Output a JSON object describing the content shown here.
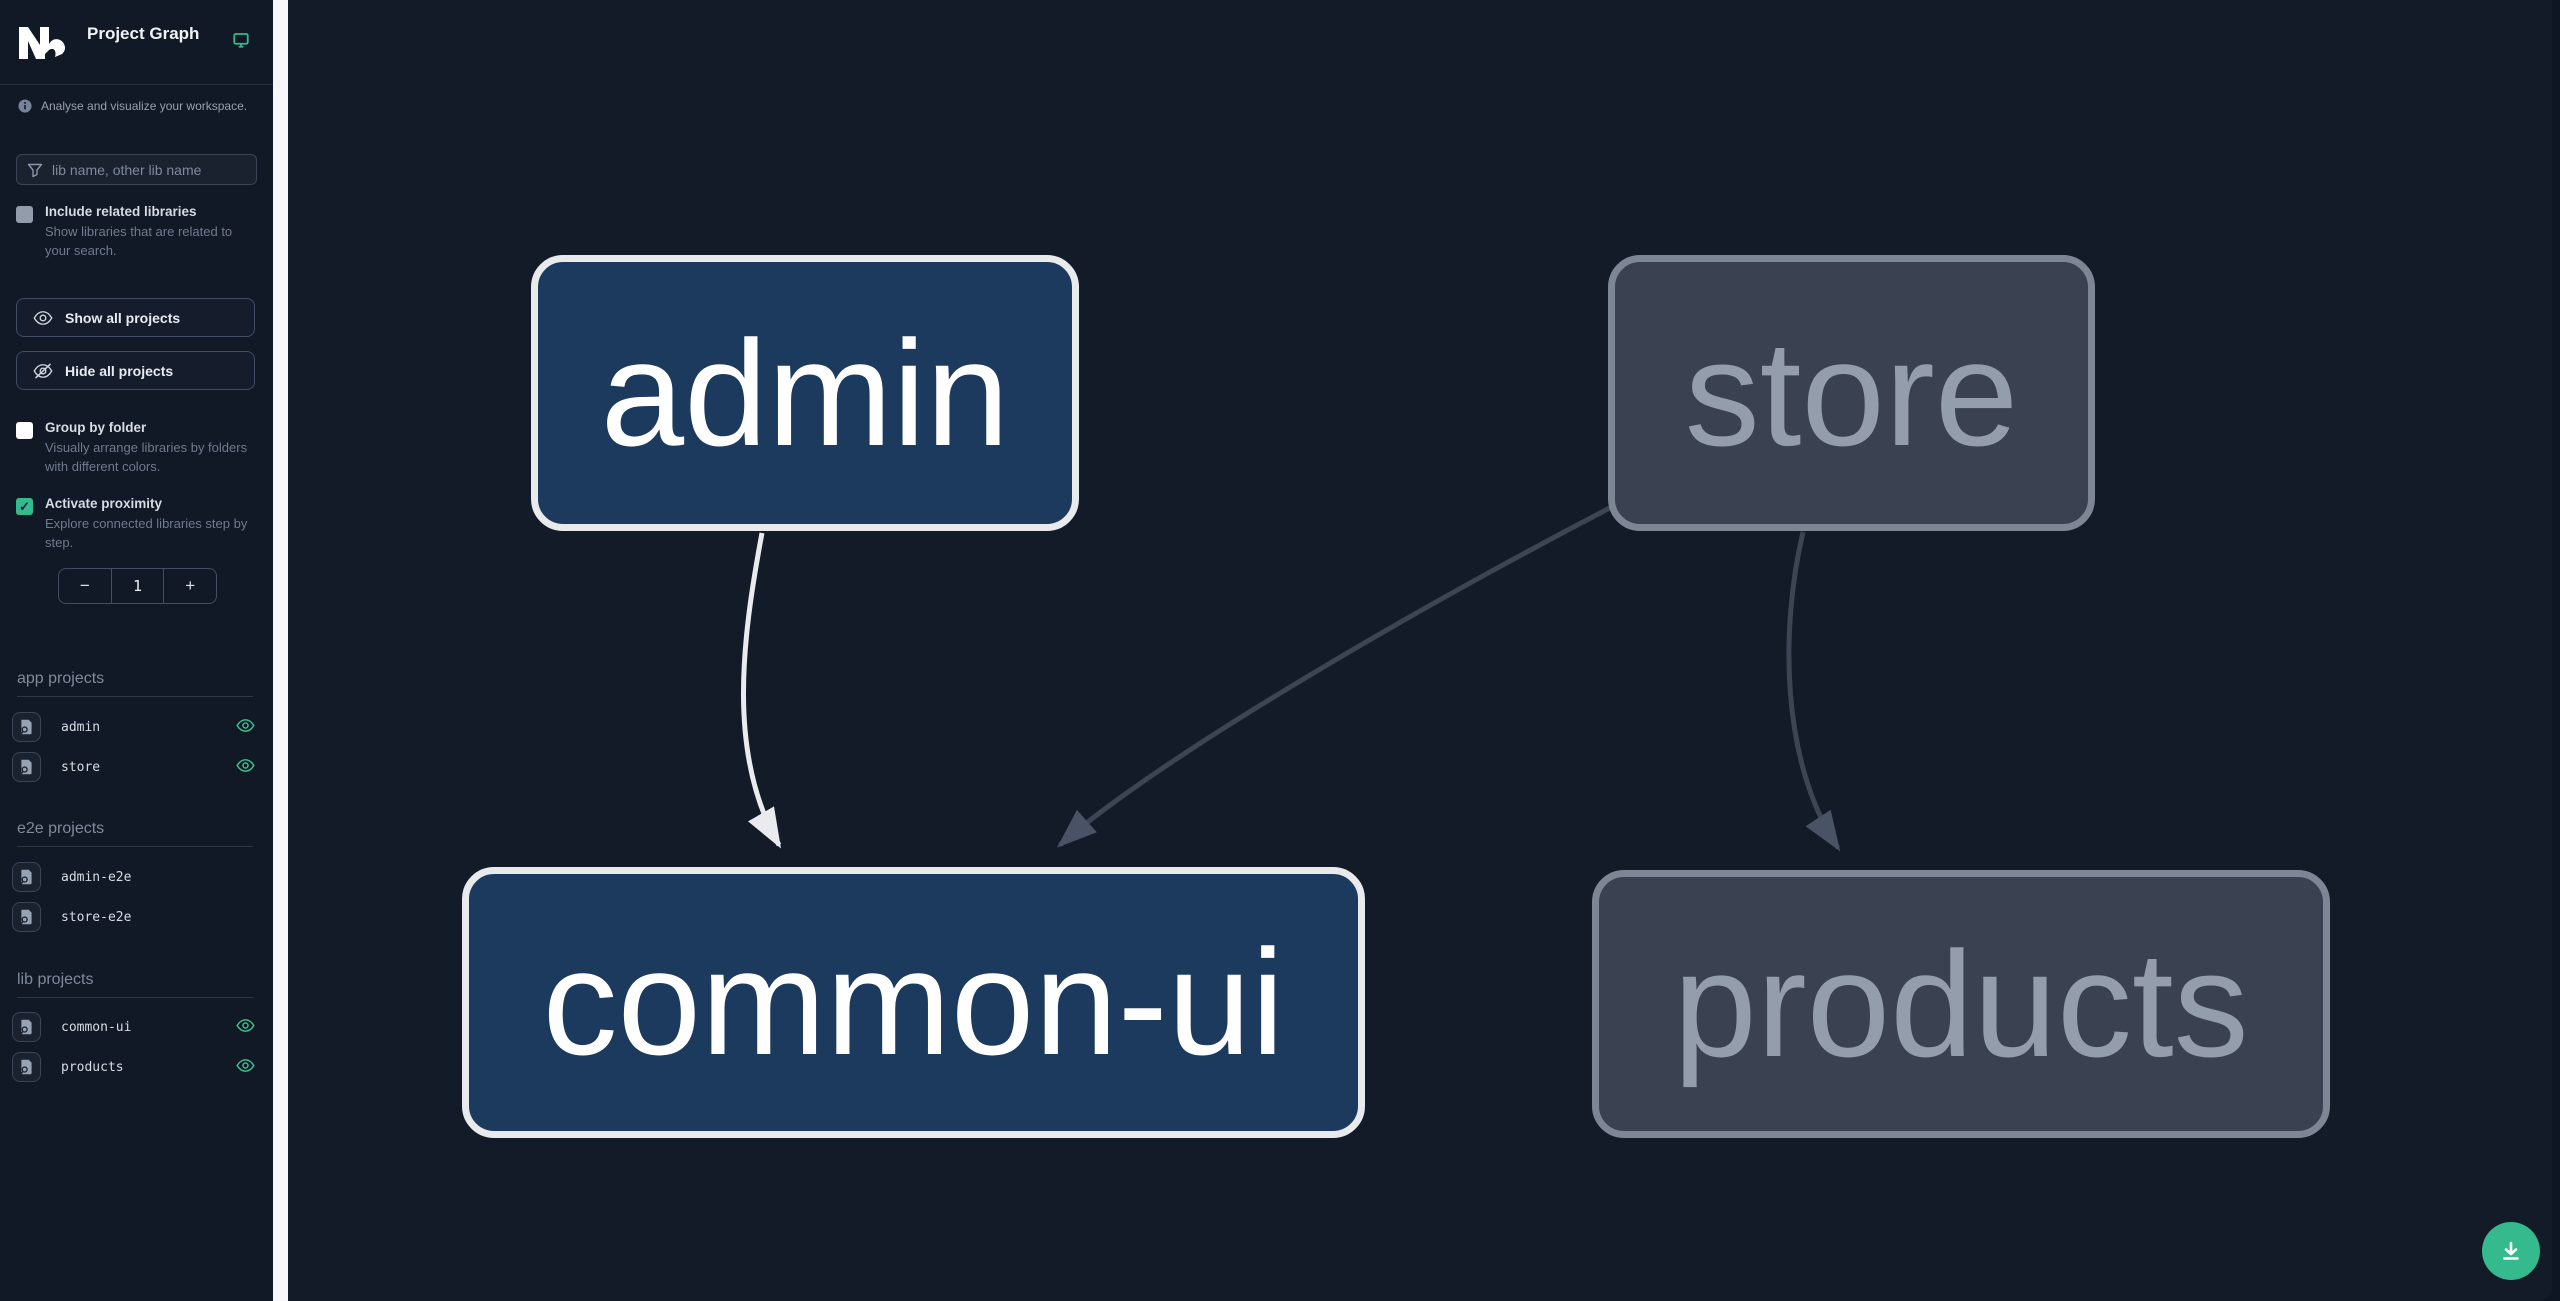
{
  "header": {
    "title": "Project Graph"
  },
  "sidebar": {
    "tagline": "Analyse and visualize your workspace.",
    "search": {
      "placeholder": "lib name, other lib name",
      "value": ""
    },
    "include_related": {
      "label": "Include related libraries",
      "description": "Show libraries that are related to your search.",
      "checked": false
    },
    "buttons": {
      "show_all": "Show all projects",
      "hide_all": "Hide all projects"
    },
    "group_by_folder": {
      "label": "Group by folder",
      "description": "Visually arrange libraries by folders with different colors.",
      "checked": false
    },
    "proximity": {
      "label": "Activate proximity",
      "description": "Explore connected libraries step by step.",
      "checked": true,
      "check_glyph": "✓",
      "decrement": "−",
      "value": "1",
      "increment": "+"
    },
    "sections": [
      {
        "title": "app projects",
        "items": [
          {
            "name": "admin",
            "visible": true
          },
          {
            "name": "store",
            "visible": true
          }
        ]
      },
      {
        "title": "e2e projects",
        "items": [
          {
            "name": "admin-e2e",
            "visible": false
          },
          {
            "name": "store-e2e",
            "visible": false
          }
        ]
      },
      {
        "title": "lib projects",
        "items": [
          {
            "name": "common-ui",
            "visible": true
          },
          {
            "name": "products",
            "visible": true
          }
        ]
      }
    ]
  },
  "graph": {
    "nodes": [
      {
        "id": "admin",
        "label": "admin",
        "state": "highlighted"
      },
      {
        "id": "store",
        "label": "store",
        "state": "faded"
      },
      {
        "id": "common-ui",
        "label": "common-ui",
        "state": "highlighted"
      },
      {
        "id": "products",
        "label": "products",
        "state": "faded"
      }
    ],
    "edges": [
      {
        "from": "admin",
        "to": "common-ui",
        "style": "highlighted"
      },
      {
        "from": "store",
        "to": "common-ui",
        "style": "faded"
      },
      {
        "from": "store",
        "to": "products",
        "style": "faded"
      }
    ]
  },
  "colors": {
    "accent": "#34ba8c",
    "canvas_bg": "#131b29",
    "node_highlight_fill": "#1c3a5e",
    "node_highlight_border": "#e8eaec",
    "node_faded_fill": "#3a4150",
    "node_faded_border": "#7d8695",
    "edge_highlight": "#e9ebee",
    "edge_faded": "#3d4554"
  }
}
